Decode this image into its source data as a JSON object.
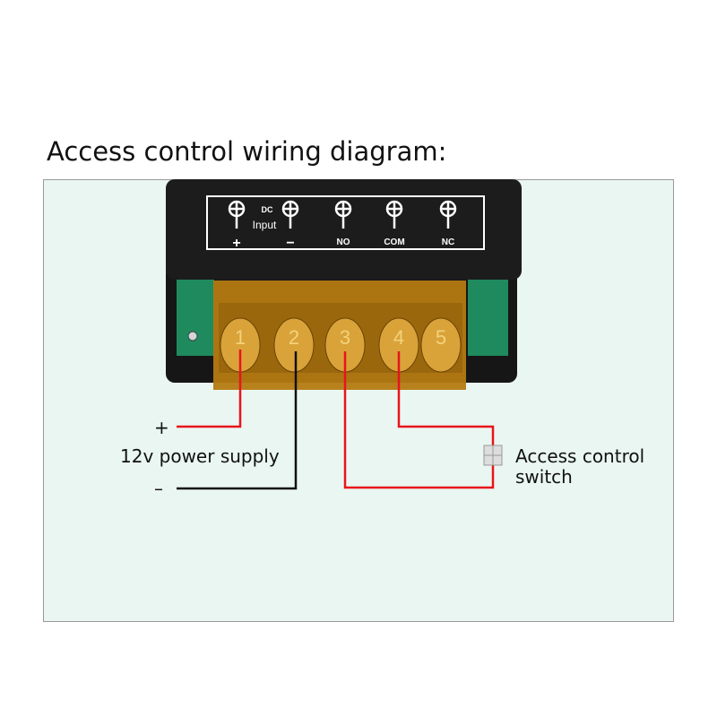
{
  "title": "Access control wiring diagram:",
  "device": {
    "label_dc": "DC",
    "label_input": "Input",
    "plus": "+",
    "minus": "−",
    "no": "NO",
    "com": "COM",
    "nc": "NC",
    "terminals": [
      "1",
      "2",
      "3",
      "4",
      "5"
    ]
  },
  "power": {
    "plus": "+",
    "label": "12v power supply",
    "minus": "–"
  },
  "switch": {
    "line1": "Access control",
    "line2": "switch"
  },
  "colors": {
    "panel": "#eaf6f2",
    "wire_red": "#e8141c",
    "wire_black": "#111111",
    "body": "#1c1c1c",
    "terminal": "#b8801a"
  }
}
